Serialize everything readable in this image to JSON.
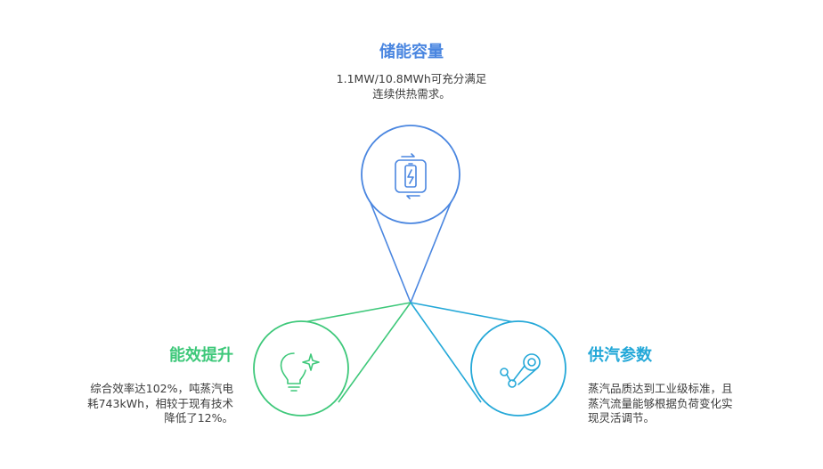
{
  "colors": {
    "top": "#4a86e0",
    "left": "#3ec87a",
    "right": "#24a8d8",
    "text": "#3c3c3c"
  },
  "nodes": {
    "top": {
      "title": "储能容量",
      "description": "1.1MW/10.8MWh可充分满足\n连续供热需求。",
      "icon": "battery-charging-icon"
    },
    "left": {
      "title": "能效提升",
      "description": "综合效率达102%，吨蒸汽电\n耗743kWh，相较于现有技术\n降低了12%。",
      "icon": "lightbulb-sparkle-icon"
    },
    "right": {
      "title": "供汽参数",
      "description": "蒸汽品质达到工业级标准，且\n蒸汽流量能够根据负荷变化实\n现灵活调节。",
      "icon": "steam-valve-icon"
    }
  }
}
